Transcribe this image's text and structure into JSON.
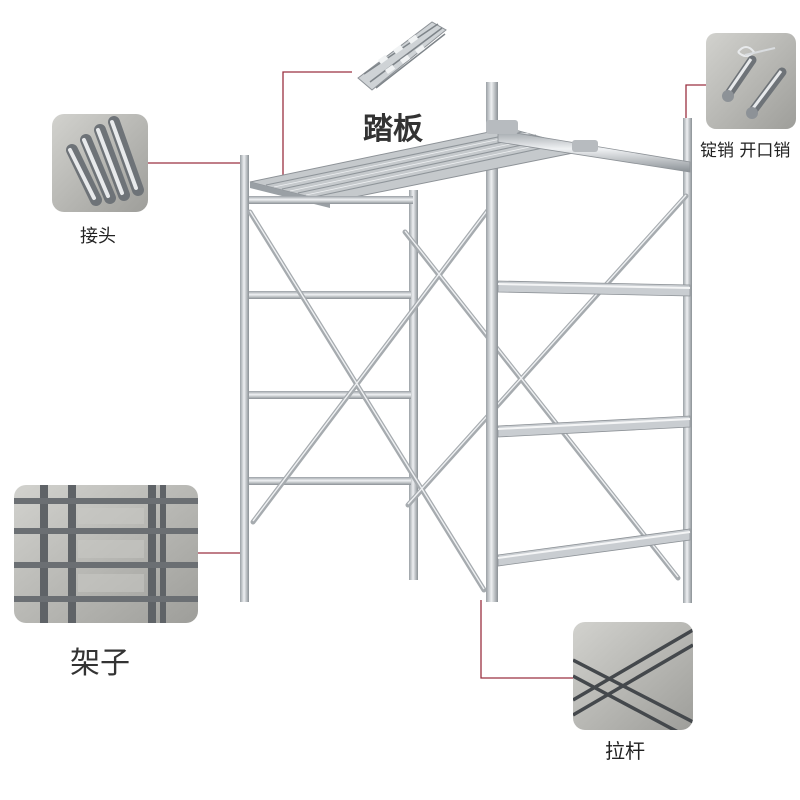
{
  "labels": {
    "pedal": "踏板",
    "joint": "接头",
    "pin": "锭销 开口销",
    "frame": "架子",
    "brace": "拉杆"
  },
  "parts": [
    {
      "name": "pedal",
      "icon": "steel-plank-photo"
    },
    {
      "name": "joint",
      "icon": "connector-pins-photo"
    },
    {
      "name": "pin",
      "icon": "lock-pin-photo"
    },
    {
      "name": "frame",
      "icon": "ladder-frame-photo"
    },
    {
      "name": "brace",
      "icon": "cross-brace-photo"
    }
  ],
  "colors": {
    "steel": "#c7cbcf",
    "steel_dark": "#8d9297",
    "leader_line": "#9a3040",
    "photo_bg": "#b8b8b4"
  }
}
